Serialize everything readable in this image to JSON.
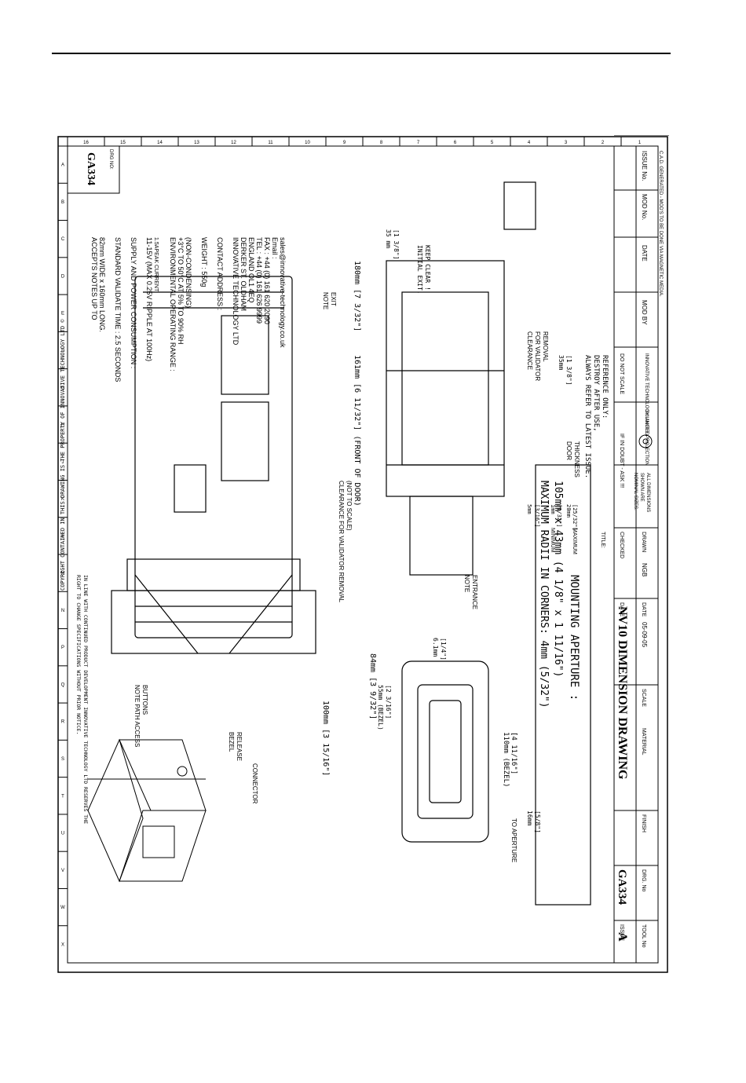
{
  "drawing": {
    "drg_no_label": "DRG NO:",
    "number": "GA334",
    "title": "NV10 DIMENSION DRAWING",
    "issue": "A",
    "issue_label": "ISSUE",
    "tool_no_label": "TOOL No",
    "finish_label": "FINISH",
    "drg_no_label_2": "DRG. No",
    "drawn_label": "DRAWN",
    "drawn_by": "NGB",
    "date_label": "DATE",
    "date": "05-09-05",
    "scale_label": "SCALE",
    "material_label": "MATERIAL",
    "checked_label": "CHECKED",
    "title_label": "TITLE:",
    "notice": "IN LINE WITH CONTINUED PRODUCT DEVELOPMENT INNOVATIVE TECHNOLOGY LTD RESERVES THE",
    "notice2": "RIGHT TO CHANGE SPECIFICATIONS WITHOUT PRIOR NOTICE.",
    "copyright": "COPYRIGHT CONTAINED IN THIS DRAWING IS THE PROPERTY OF INNOVATIVE TECHNOLOGY LTD ©"
  },
  "grid": {
    "numbers": [
      "16",
      "15",
      "14",
      "13",
      "12",
      "11",
      "10",
      "9",
      "8",
      "7",
      "6",
      "5",
      "4",
      "3",
      "2",
      "1"
    ],
    "letters": [
      "A",
      "B",
      "C",
      "D",
      "E",
      "F",
      "G",
      "H",
      "J",
      "K",
      "L",
      "M",
      "N",
      "P",
      "Q",
      "R",
      "S",
      "T",
      "U",
      "V",
      "W",
      "X"
    ]
  },
  "specs": {
    "accepts_1": "ACCEPTS NOTES UP TO",
    "accepts_2": "82mm WIDE x 160mm LONG.",
    "validate": "STANDARD VALIDATE TIME : 2.5 SECONDS",
    "supply": "SUPPLY AND POWER CONSUMPTION :",
    "supply_1": "11-15V (MAX 0.25V RIPPLE AT 100Hz)",
    "supply_2": "1.5APEAK CURRENT",
    "env": "ENVIRONMENTAL OPERATING RANGE :",
    "env_1": "+3°C TO 50°C AT 5% TO 90% RH",
    "env_2": "(NON-CONDENSING)",
    "weight": "WEIGHT : 550g",
    "contact": "CONTACT ADDRESS :",
    "addr_1": "INNOVATIVE TECHNOLOGY LTD",
    "addr_2": "DERKER ST. OLDHAM",
    "addr_3": "ENGLAND OL1 4EQ",
    "tel": "TEL : +44 (0) 161 626 9999",
    "fax": "FAX : +44 (0) 161 620 2090",
    "email_label": "Email :",
    "email": "sales@innovative-technology.co.uk"
  },
  "labels": {
    "note_path": "NOTE PATH ACCESS",
    "buttons": "BUTTONS",
    "bezel": "BEZEL",
    "release": "RELEASE",
    "connector": "CONNECTOR",
    "note_entrance_1": "NOTE",
    "note_entrance_2": "ENTRANCE",
    "to_aperture": "TO APERTURE",
    "note_exit_1": "NOTE",
    "note_exit_2": "EXIT",
    "initial_exit": "INITIAL EXIT.",
    "keep_clear": "KEEP CLEAR !",
    "clear_valid_1": "CLEARANCE",
    "clear_valid_2": "FOR VALIDATOR",
    "clear_valid_3": "REMOVAL",
    "door_1": "DOOR",
    "door_2": "THICKNESS",
    "clear_top_1": "CLEARANCE FOR VALIDATOR REMOVAL",
    "clear_top_2": "(NOT TO SCALE)",
    "minimum": "MINIMUM",
    "maximum": "MAXIMUM"
  },
  "dims": {
    "d84": "84mm  [3 9/32\"]",
    "d55": "55mm (BEZEL)",
    "d55i": "[2 3/16\"]",
    "d6": "6.1mm",
    "d6i": "[1/4\"]",
    "d100": "100mm  [3 15/16\"]",
    "d110": "110mm (BEZEL)",
    "d110i": "[4 11/16\"]",
    "d16": "16mm",
    "d16i": "[5/8\"]",
    "d180": "180mm  [7 3/32\"]",
    "d161": "161mm  [6 11/32\"]  (FRONT OF DOOR)",
    "d35": "35 mm",
    "d35i": "[1 3/8\"]",
    "d35b": "35mm",
    "d35bi": "[1 3/8\"]",
    "d5": "5mm",
    "d5i": "[3/16\"]",
    "d1": "1mm",
    "d1i": "[1/32\"]",
    "d20": "20mm",
    "d20i": "[25/32\"]"
  },
  "aperture": {
    "line1": "MOUNTING APERTURE :",
    "line2": "105mm x 43mm  (4 1/8\" x 1 11/16\")",
    "line3": "MAXIMUM RADII IN CORNERS: 4mm (5/32\")"
  },
  "titleblock": {
    "ref_1": "REFERENCE ONLY:",
    "ref_2": "DESTROY AFTER USE,",
    "ref_3": "ALWAYS REFER TO LATEST ISSUE.",
    "noscale": "DO NOT SCALE",
    "doubt": "IF IN DOUBT - ASK !!!",
    "company": "INNOVATIVE TECHNOLOGY LIMITED",
    "proj": "3rd ANGLE PROJECTION",
    "allsizes_1": "ALL DIMENSIONS",
    "allsizes_2": "SHOWN ARE",
    "allsizes_3": "NOMINAL SIZES.",
    "issue_no": "ISSUE No.",
    "mod_no": "MOD No.",
    "date": "DATE",
    "mod_by": "MOD BY",
    "cad": "C.A.D. GENERATED - MOD'S TO BE DONE VIA MAGNETIC MEDIA."
  }
}
